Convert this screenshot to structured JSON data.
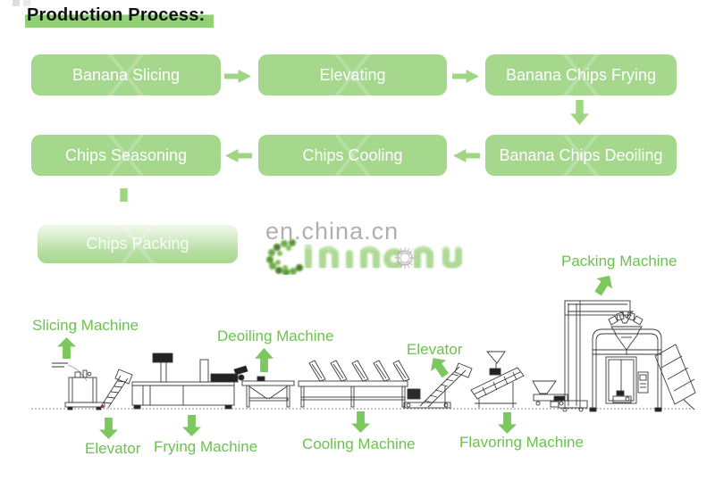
{
  "title": "Production Process:",
  "flowchart": {
    "row1": [
      "Banana Slicing",
      "Elevating",
      "Banana Chips Frying"
    ],
    "row2": [
      "Chips Seasoning",
      "Chips Cooling",
      "Banana Chips Deoiling"
    ],
    "row3": [
      "Chips Packing"
    ]
  },
  "watermark": {
    "site_text": "en.china.cn"
  },
  "machine_line": {
    "top_labels": {
      "slicing": "Slicing Machine",
      "deoiling": "Deoiling Machine",
      "elevator": "Elevator",
      "packing": "Packing Machine"
    },
    "bottom_labels": {
      "elevator": "Elevator",
      "frying": "Frying Machine",
      "cooling": "Cooling Machine",
      "flavoring": "Flavoring Machine"
    }
  },
  "colors": {
    "box_green": "#a5d78c",
    "flow_arrow_green": "#a0d584",
    "label_green": "#6cc24e",
    "machine_arrow_green": "#7cc85e",
    "highlight_green": "#90d175",
    "watermark_gray": "#9a9a9a",
    "box_text": "#ffffff"
  }
}
